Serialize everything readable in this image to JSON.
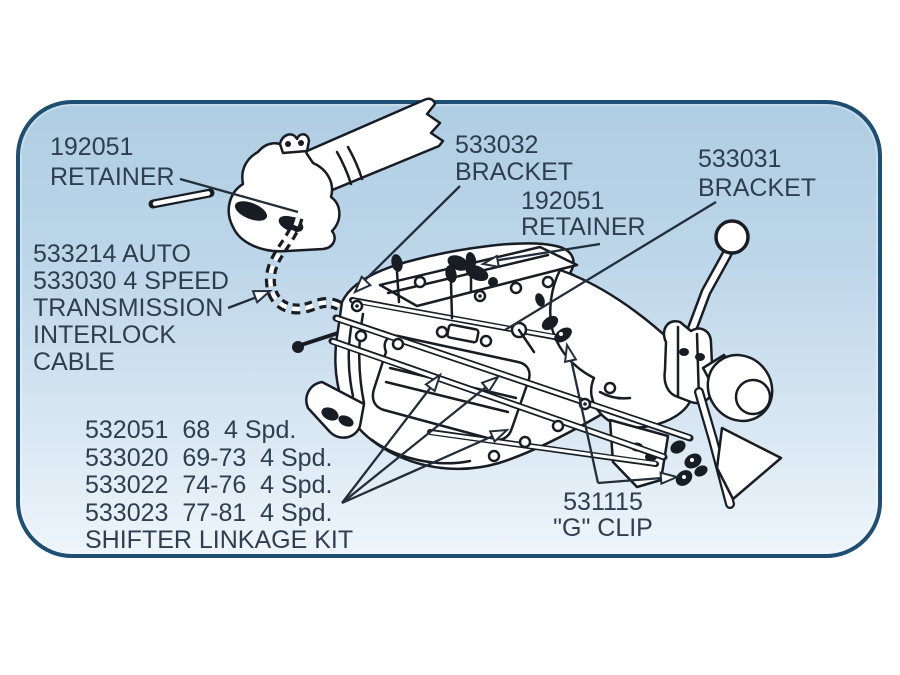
{
  "panel": {
    "background_top_color": "#afcde3",
    "background_bottom_color": "#eef5fb",
    "border_color": "#1e4f72",
    "line_art_color": "#181d24",
    "text_color": "#2e3e4f"
  },
  "labels": {
    "retainer_top": [
      "192051",
      "RETAINER"
    ],
    "bracket_533032": [
      "533032",
      "BRACKET"
    ],
    "bracket_533031": [
      "533031",
      "BRACKET"
    ],
    "retainer_mid": [
      "192051",
      "RETAINER"
    ],
    "interlock_cable": [
      "533214 AUTO",
      "533030 4 SPEED",
      "TRANSMISSION",
      "INTERLOCK",
      "CABLE"
    ],
    "shifter_kit": [
      "532051  68  4 Spd.",
      "533020  69-73  4 Spd.",
      "533022  74-76  4 Spd.",
      "533023  77-81  4 Spd.",
      "SHIFTER LINKAGE KIT"
    ],
    "g_clip": [
      "531115",
      "\"G\" CLIP"
    ]
  }
}
